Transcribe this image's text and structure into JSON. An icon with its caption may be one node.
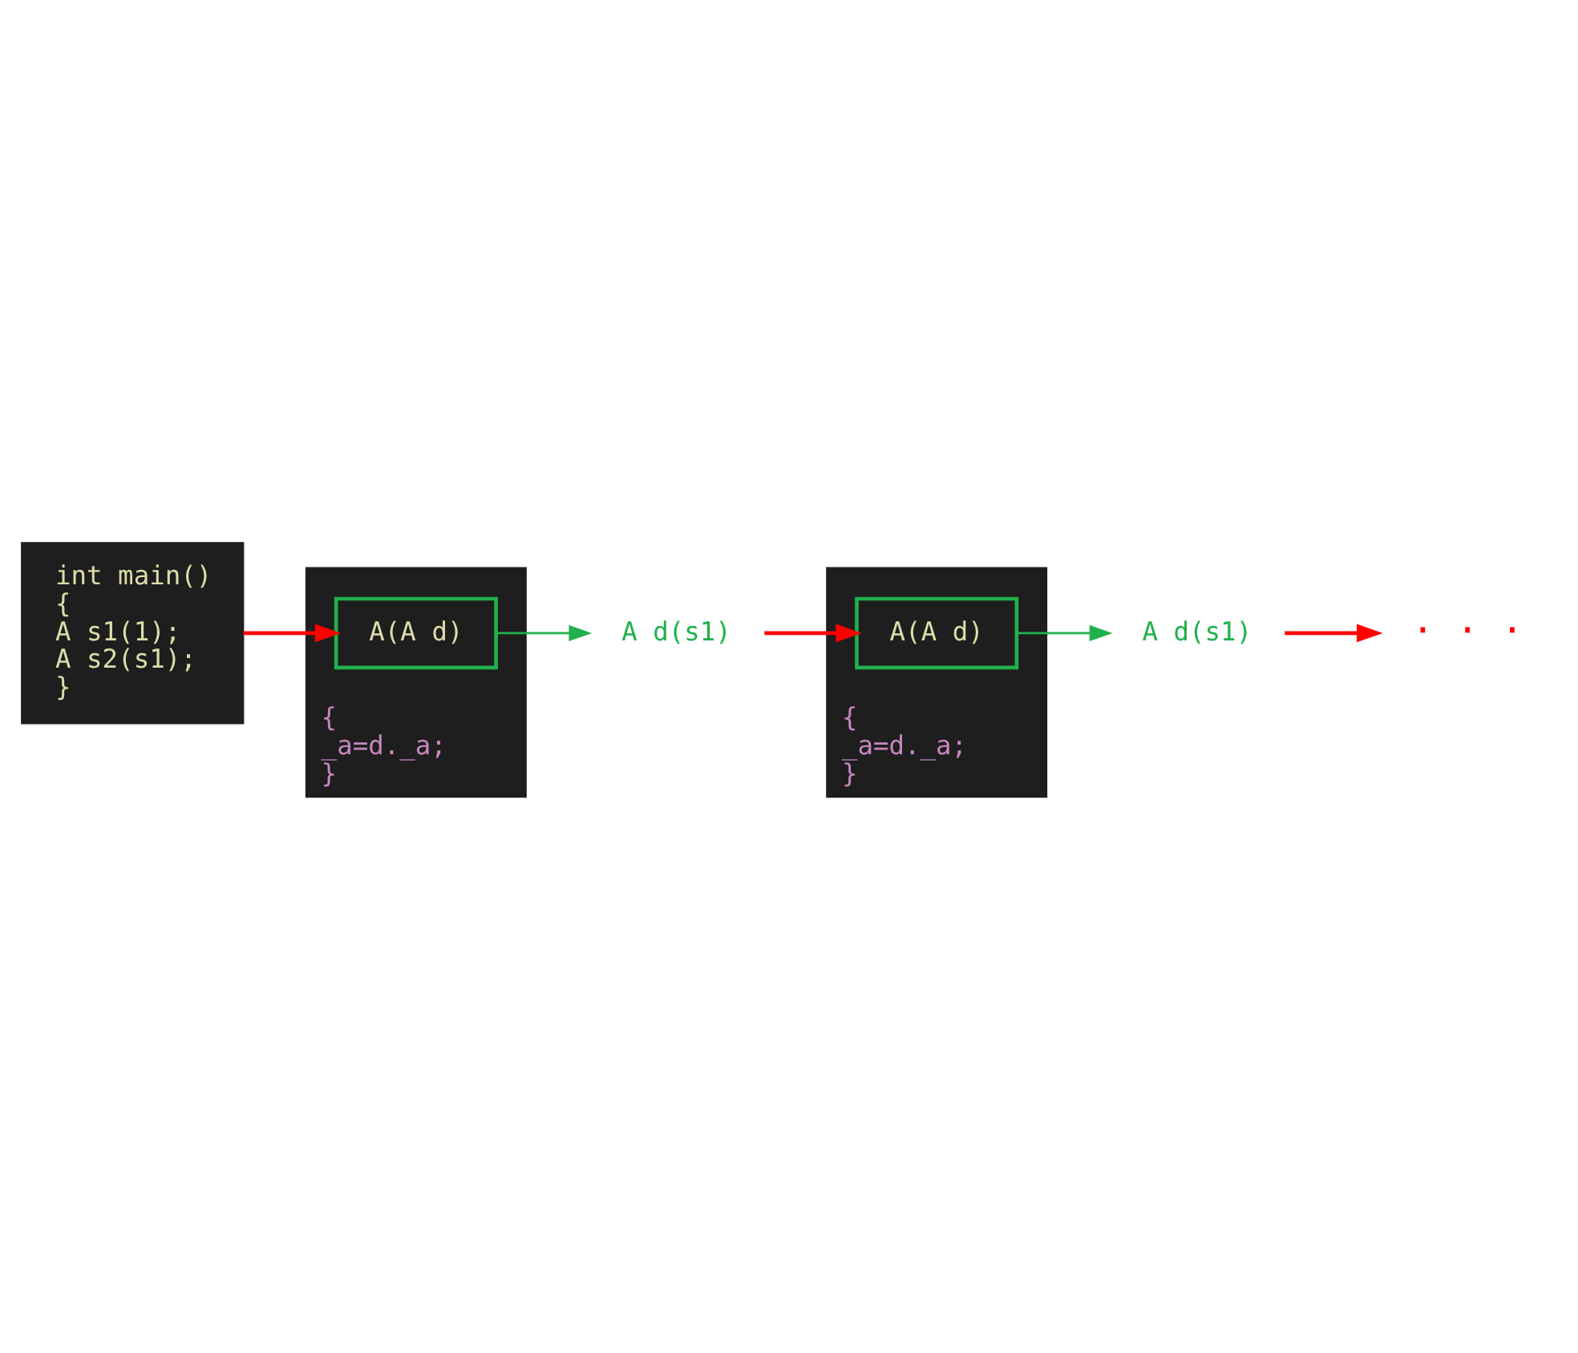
{
  "diagram": {
    "nodes": [
      {
        "text": [
          "int main()",
          "{",
          "A s1(1);",
          "A s2(s1);",
          "}"
        ]
      },
      {
        "text": [
          "{",
          "_a=d._a;",
          "}"
        ]
      },
      {
        "text": [
          "A(A d)"
        ],
        "in": 1
      },
      {
        "text": [
          "A d(s1)"
        ]
      },
      {
        "text": [
          "{",
          "_a=d._a;",
          "}"
        ]
      },
      {
        "text": [
          "A(A d)"
        ],
        "in": 4
      },
      {
        "text": [
          "A d(s1)"
        ]
      },
      {
        "text": [
          "· · ·"
        ]
      }
    ],
    "edges": [
      {
        "from": 0,
        "to": 2,
        "arrow": "to"
      },
      {
        "from": 2,
        "to": 3,
        "arrow": "to",
        "color": "#22b14c"
      },
      {
        "from": 3,
        "to": 5,
        "arrow": "to"
      },
      {
        "from": 5,
        "to": 6,
        "arrow": "to",
        "color": "#22b14c"
      },
      {
        "from": 6,
        "to": 7,
        "arrow": "to"
      }
    ]
  }
}
